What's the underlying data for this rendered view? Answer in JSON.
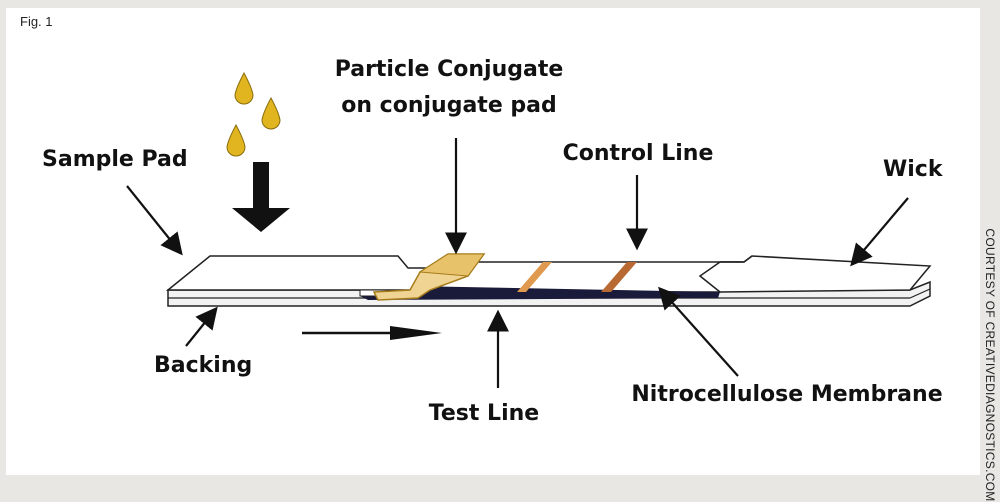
{
  "figure_label": "Fig. 1",
  "credit": "COURTESY OF CREATIVEDIAGNOSTICS.COM",
  "labels": {
    "sample_pad": "Sample Pad",
    "particle_conjugate_line1": "Particle Conjugate",
    "particle_conjugate_line2": "on conjugate pad",
    "control_line": "Control Line",
    "wick": "Wick",
    "backing": "Backing",
    "test_line": "Test Line",
    "nitrocellulose_membrane": "Nitrocellulose Membrane"
  },
  "colors": {
    "sample_drop": "#e0b51f",
    "conjugate_pad": "#f0d493",
    "test_line": "#e09a50",
    "control_line": "#b86a32",
    "outline": "#222222"
  }
}
